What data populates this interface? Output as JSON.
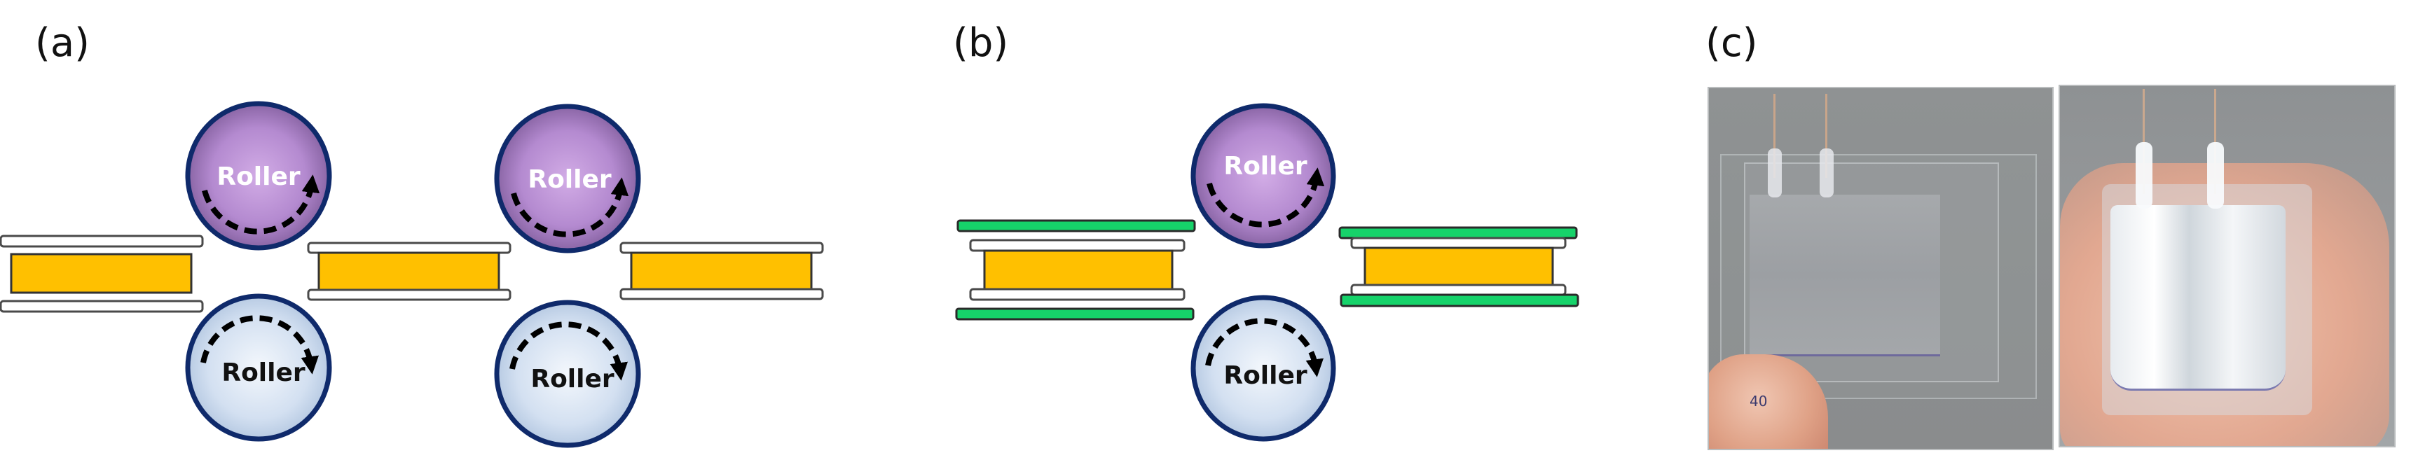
{
  "figure": {
    "panels": [
      {
        "id": "a",
        "label": "(a)"
      },
      {
        "id": "b",
        "label": "(b)"
      },
      {
        "id": "c",
        "label": "(c)"
      }
    ],
    "roller_label": "Roller",
    "photos": [
      {
        "name": "flat-device-photo",
        "description": "Flat transparent laminated device held by fingers, two wire leads on top",
        "marker_text": "40"
      },
      {
        "name": "bent-device-photo",
        "description": "Flexible device bent in a hand, two wire leads on top"
      }
    ],
    "colors": {
      "core_layer": "#ffc000",
      "film_layer": "#ffffff",
      "outer_film": "#16d36a",
      "roller_top": "#c9a4df",
      "roller_bottom": "#dce7f5",
      "roller_border": "#0f2a6b"
    }
  }
}
